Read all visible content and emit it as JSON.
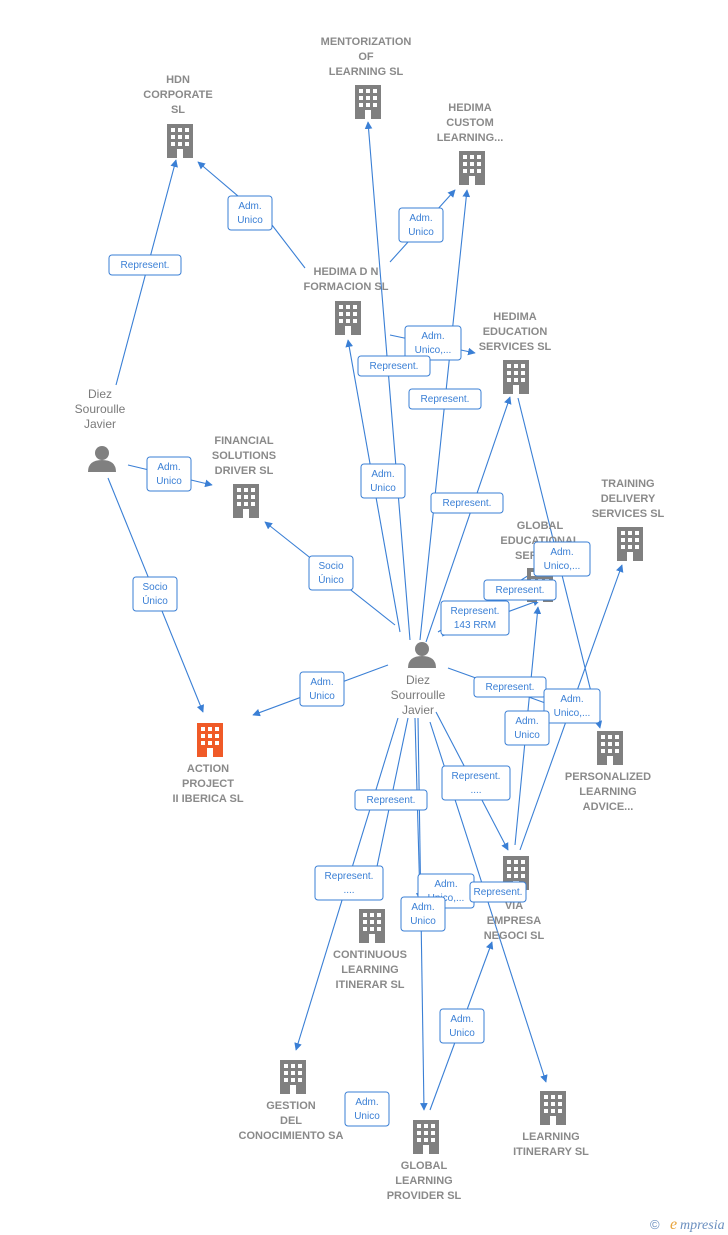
{
  "colors": {
    "edge": "#3a7fd5",
    "building": "#808080",
    "building_highlight": "#f05a28",
    "person": "#808080",
    "brand": "#6b8fbf"
  },
  "nodes": [
    {
      "id": "mentorization",
      "type": "company",
      "lines": [
        "MENTORIZATION",
        "OF",
        "LEARNING  SL"
      ],
      "icon": "building-icon"
    },
    {
      "id": "hdn",
      "type": "company",
      "lines": [
        "HDN",
        "CORPORATE",
        "SL"
      ],
      "icon": "building-icon"
    },
    {
      "id": "hedima_custom",
      "type": "company",
      "lines": [
        "HEDIMA",
        "CUSTOM",
        "LEARNING..."
      ],
      "icon": "building-icon"
    },
    {
      "id": "hedima_dn",
      "type": "company",
      "lines": [
        "HEDIMA D N",
        "FORMACION SL"
      ],
      "icon": "building-icon"
    },
    {
      "id": "hedima_edu",
      "type": "company",
      "lines": [
        "HEDIMA",
        "EDUCATION",
        "SERVICES  SL"
      ],
      "icon": "building-icon"
    },
    {
      "id": "diez_person1",
      "type": "person",
      "lines": [
        "Diez",
        "Souroulle",
        "Javier"
      ],
      "icon": "person-icon"
    },
    {
      "id": "financial",
      "type": "company",
      "lines": [
        "FINANCIAL",
        "SOLUTIONS",
        "DRIVER  SL"
      ],
      "icon": "building-icon"
    },
    {
      "id": "training",
      "type": "company",
      "lines": [
        "TRAINING",
        "DELIVERY",
        "SERVICES  SL"
      ],
      "icon": "building-icon"
    },
    {
      "id": "global_edu",
      "type": "company",
      "lines": [
        "GLOBAL",
        "EDUCATIONAL",
        "SERVIC..."
      ],
      "icon": "building-icon"
    },
    {
      "id": "diez_person2",
      "type": "person",
      "lines": [
        "Diez",
        "Sourroulle",
        "Javier"
      ],
      "icon": "person-icon"
    },
    {
      "id": "action",
      "type": "company-highlight",
      "lines": [
        "ACTION",
        "PROJECT",
        "II IBERICA  SL"
      ],
      "icon": "building-icon"
    },
    {
      "id": "personalized",
      "type": "company",
      "lines": [
        "PERSONALIZED",
        "LEARNING",
        "ADVICE..."
      ],
      "icon": "building-icon"
    },
    {
      "id": "via",
      "type": "company",
      "lines": [
        "VIA",
        "EMPRESA",
        "NEGOCI SL"
      ],
      "icon": "building-icon"
    },
    {
      "id": "continuous",
      "type": "company",
      "lines": [
        "CONTINUOUS",
        "LEARNING",
        "ITINERAR  SL"
      ],
      "icon": "building-icon"
    },
    {
      "id": "gestion",
      "type": "company",
      "lines": [
        "GESTION",
        "DEL",
        "CONOCIMIENTO SA"
      ],
      "icon": "building-icon"
    },
    {
      "id": "global_learning",
      "type": "company",
      "lines": [
        "GLOBAL",
        "LEARNING",
        "PROVIDER SL"
      ],
      "icon": "building-icon"
    },
    {
      "id": "learning_itinerary",
      "type": "company",
      "lines": [
        "LEARNING",
        "ITINERARY  SL"
      ],
      "icon": "building-icon"
    }
  ],
  "edge_labels": [
    {
      "id": "e_hdn_rep",
      "lines": [
        "Represent."
      ]
    },
    {
      "id": "e_hdn_adm",
      "lines": [
        "Adm.",
        "Unico"
      ]
    },
    {
      "id": "e_custom_adm",
      "lines": [
        "Adm.",
        "Unico"
      ]
    },
    {
      "id": "e_edu_adm",
      "lines": [
        "Adm.",
        "Unico,..."
      ]
    },
    {
      "id": "e_dn_rep",
      "lines": [
        "Represent."
      ]
    },
    {
      "id": "e_edu_rep",
      "lines": [
        "Represent."
      ]
    },
    {
      "id": "e_fin_adm",
      "lines": [
        "Adm.",
        "Unico"
      ]
    },
    {
      "id": "e_dn_adm2",
      "lines": [
        "Adm.",
        "Unico"
      ]
    },
    {
      "id": "e_edu_rep2",
      "lines": [
        "Represent."
      ]
    },
    {
      "id": "e_global_adm",
      "lines": [
        "Adm.",
        "Unico,..."
      ]
    },
    {
      "id": "e_fin_socio",
      "lines": [
        "Socio",
        "Único"
      ]
    },
    {
      "id": "e_action_socio",
      "lines": [
        "Socio",
        "Único"
      ]
    },
    {
      "id": "e_global_rep",
      "lines": [
        "Represent."
      ]
    },
    {
      "id": "e_global_rep143",
      "lines": [
        "Represent.",
        "143 RRM"
      ]
    },
    {
      "id": "e_action_adm",
      "lines": [
        "Adm.",
        "Unico"
      ]
    },
    {
      "id": "e_pers_rep",
      "lines": [
        "Represent."
      ]
    },
    {
      "id": "e_pers_adm",
      "lines": [
        "Adm.",
        "Unico,..."
      ]
    },
    {
      "id": "e_global_adm2",
      "lines": [
        "Adm.",
        "Unico"
      ]
    },
    {
      "id": "e_via_rep",
      "lines": [
        "Represent.",
        "...."
      ]
    },
    {
      "id": "e_cont_rep",
      "lines": [
        "Represent."
      ]
    },
    {
      "id": "e_gest_rep",
      "lines": [
        "Represent.",
        "...."
      ]
    },
    {
      "id": "e_via_adm",
      "lines": [
        "Adm.",
        "Unico,..."
      ]
    },
    {
      "id": "e_via_rep2",
      "lines": [
        "Represent."
      ]
    },
    {
      "id": "e_cont_adm",
      "lines": [
        "Adm.",
        "Unico"
      ]
    },
    {
      "id": "e_gl_adm",
      "lines": [
        "Adm.",
        "Unico"
      ]
    },
    {
      "id": "e_gl_adm2",
      "lines": [
        "Adm.",
        "Unico"
      ]
    }
  ],
  "branding": {
    "copyright": "©",
    "name": "mpresia",
    "initial": "e"
  }
}
